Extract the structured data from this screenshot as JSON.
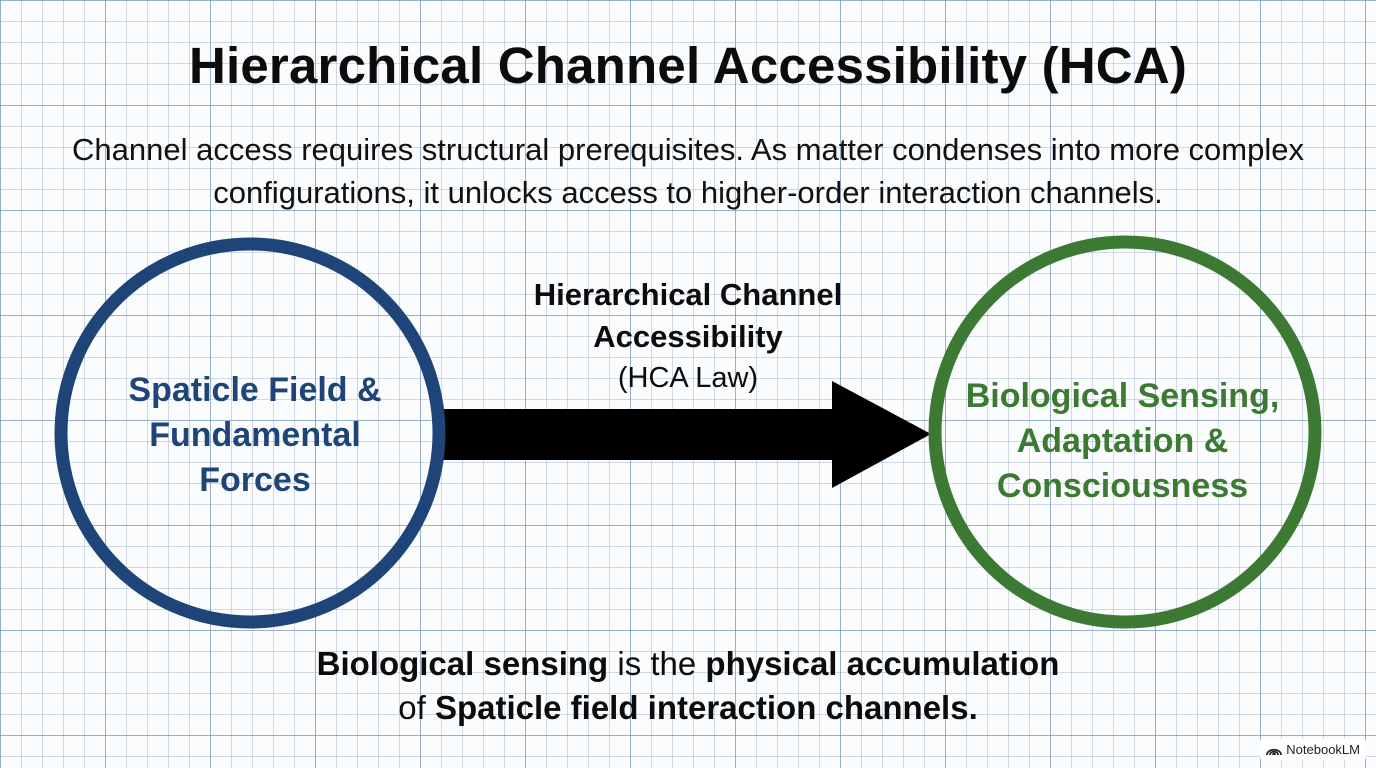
{
  "title": "Hierarchical Channel Accessibility (HCA)",
  "subtitle": "Channel access requires structural prerequisites. As matter condenses into more complex configurations, it unlocks access to higher-order interaction channels.",
  "diagram": {
    "source_node": {
      "lines": [
        "Spaticle Field &",
        "Fundamental",
        "Forces"
      ],
      "color": "#1f4478"
    },
    "target_node": {
      "lines": [
        "Biological Sensing,",
        "Adaptation &",
        "Consciousness"
      ],
      "color": "#3c7a34"
    },
    "arrow": {
      "label_lines": [
        "Hierarchical Channel",
        "Accessibility"
      ],
      "sublabel": "(HCA Law)",
      "color": "#000000"
    }
  },
  "footer": {
    "line1_bold_a": "Biological sensing",
    "line1_plain": " is the ",
    "line1_bold_b": "physical accumulation",
    "line2_plain": "of ",
    "line2_bold": "Spaticle field interaction channels."
  },
  "branding": {
    "icon": "notebooklm-icon",
    "label": "NotebookLM"
  }
}
